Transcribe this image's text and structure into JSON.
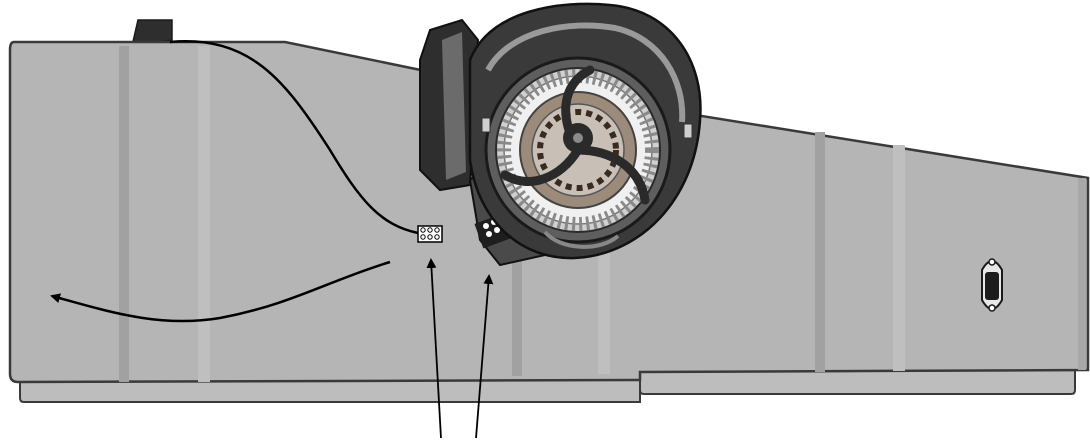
{
  "diagram": {
    "components": [
      "housing-panel",
      "blower-fan",
      "wire-harness",
      "connector-plug",
      "connector-socket",
      "power-inlet"
    ],
    "colors": {
      "housing": "#b5b5b5",
      "housing_stripe": "#a1a1a1",
      "housing_outline": "#3a3a3a",
      "base_plate": "#bdbdbd",
      "blower_dark": "#2e2e2e",
      "blower_mid": "#6b6b6b",
      "blower_light": "#9a9a9a",
      "impeller": "#e6e6e6",
      "arrow": "#000000"
    },
    "icons": {
      "airflow": "curved-arrow-icon",
      "pointer": "pointer-arrow-icon",
      "inlet": "power-inlet-icon"
    }
  }
}
